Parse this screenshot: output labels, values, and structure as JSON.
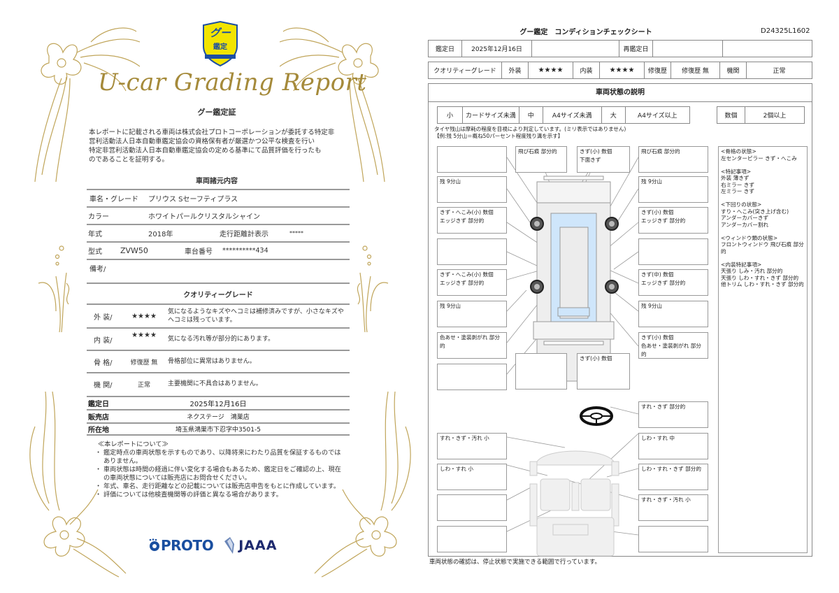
{
  "certificate": {
    "badge": {
      "line1": "グー",
      "line2": "鑑定"
    },
    "script_title": "U-car Grading Report",
    "heading": "グー鑑定証",
    "body_lines": [
      "本レポートに記載される車両は株式会社プロトコーポレーションが委託する特定非",
      "営利活動法人日本自動車鑑定協会の資格保有者が厳選かつ公平な検査を行い",
      "特定非営利活動法人日本自動車鑑定協会の定める基準にて品質評価を行ったも",
      "のであることを証明する。"
    ],
    "specs": {
      "title": "車両諸元内容",
      "name_label": "車名・グレード",
      "name_value": "プリウス Sセーフティプラス",
      "color_label": "カラー",
      "color_value": "ホワイトパールクリスタルシャイン",
      "year_label": "年式",
      "year_value": "2018年",
      "mileage_label": "走行距離計表示",
      "mileage_value": "*****",
      "model_label": "型式",
      "model_value": "ZVW50",
      "chassis_label": "車台番号",
      "chassis_value": "**********434",
      "remarks_label": "備考/"
    },
    "quality": {
      "title": "クオリティーグレード",
      "rows": [
        {
          "label": "外 装/",
          "value": "★★★★",
          "desc": "気になるようなキズやヘコミは補修済みですが、小さなキズやヘコミは残っています。"
        },
        {
          "label": "内 装/",
          "value": "★★★★",
          "desc": "気になる汚れ等が部分的にあります。"
        },
        {
          "label": "骨 格/",
          "value": "修復歴 無",
          "desc": "骨格部位に異常はありません。"
        },
        {
          "label": "機 関/",
          "value": "正常",
          "desc": "主要機関に不具合はありません。"
        }
      ]
    },
    "info": {
      "date_label": "鑑定日",
      "date_value": "2025年12月16日",
      "shop_label": "販売店",
      "shop_value": "ネクステージ　鴻巣店",
      "address_label": "所在地",
      "address_value": "埼玉県鴻巣市下忍字中3501-5"
    },
    "notice": {
      "title": "≪本レポートについて≫",
      "items": [
        "鑑定時点の車両状態を示すものであり、以降将来にわたり品質を保証するものではありません。",
        "車両状態は時間の経過に伴い変化する場合もあるため、鑑定日をご確認の上、現在の車両状態については販売店にお問合せください。",
        "年式、車名、走行距離などの記載については販売店申告をもとに作成しています。",
        "評価については他検査機関等の評価と異なる場合があります。"
      ]
    },
    "logos": {
      "proto": "PROTO",
      "jaaa": "JAAA"
    },
    "colors": {
      "gold": "#b89a4e",
      "badge_yellow": "#f2e400",
      "badge_blue": "#1d4fa3",
      "proto_blue": "#1a4fa0",
      "jaaa_navy": "#1e2a6e"
    }
  },
  "sheet": {
    "title": "グー鑑定　コンディションチェックシート",
    "id": "D24325L1602",
    "date_row": {
      "label": "鑑定日",
      "value": "2025年12月16日",
      "blank1": "",
      "reinspect_label": "再鑑定日",
      "reinspect_value": "",
      "blank2": ""
    },
    "grade_row": {
      "label": "クオリティーグレード",
      "exterior_label": "外装",
      "exterior_value": "★★★★",
      "interior_label": "内装",
      "interior_value": "★★★★",
      "repair_label": "修復歴",
      "repair_value": "修復歴 無",
      "engine_label": "機関",
      "engine_value": "正常"
    },
    "condition": {
      "title": "車両状態の説明",
      "size_legend": [
        {
          "k": "小",
          "v": "カードサイズ未満"
        },
        {
          "k": "中",
          "v": "A4サイズ未満"
        },
        {
          "k": "大",
          "v": "A4サイズ以上"
        }
      ],
      "count_legend": {
        "k": "数個",
        "v": "2個以上"
      },
      "tire_note_1": "タイヤ残山は摩耗の程度を目視により判定しています。(ミリ表示ではありません)",
      "tire_note_2": "【例:残 5分山＝概ね50パーセント程度残り溝を示す】",
      "exterior_boxes": {
        "l1": [
          ""
        ],
        "l2": [
          "残 9分山"
        ],
        "l3": [
          "きず・へこみ(小) 数個",
          "エッジきず 部分的"
        ],
        "l4": [
          ""
        ],
        "l5": [
          "きず・へこみ(小) 数個",
          "エッジきず 部分的"
        ],
        "l6": [
          "残 9分山"
        ],
        "l7": [
          "色あせ・塗装剥がれ 部分的"
        ],
        "l8": [
          ""
        ],
        "t1": [
          "飛び石痕 部分的"
        ],
        "t2": [
          "きず(小) 数個",
          "下面きず"
        ],
        "r1": [
          "飛び石痕 部分的"
        ],
        "r2": [
          "残 9分山"
        ],
        "r3": [
          "きず(小) 数個",
          "エッジきず 部分的"
        ],
        "r4": [
          ""
        ],
        "r5": [
          "きず(中) 数個",
          "エッジきず 部分的"
        ],
        "r6": [
          "残 9分山"
        ],
        "r7": [
          "きず(小) 数個",
          "色あせ・塗装剥がれ 部分的"
        ],
        "b1": [
          ""
        ],
        "b2": [
          "きず(小) 数個"
        ]
      },
      "interior_boxes": {
        "r1": "すれ・きず 部分的",
        "l1": "すれ・きず・汚れ 小",
        "r2": "しわ・すれ 中",
        "l2": "しわ・すれ 小",
        "r3": "しわ・すれ・きず 部分的",
        "l3": "",
        "r4": "すれ・きず・汚れ 小",
        "l4": "",
        "r5": ""
      },
      "notes": [
        {
          "heading": "<骨格の状態>",
          "lines": [
            "左センターピラー きず・へこみ"
          ]
        },
        {
          "heading": "<特記事項>",
          "lines": [
            "外装 薄きず",
            "右ミラー きず",
            "左ミラー きず"
          ]
        },
        {
          "heading": "<下回りの状態>",
          "lines": [
            "すり・へこみ(突き上げ含む)",
            "アンダーカバーきず",
            "アンダーカバー割れ"
          ]
        },
        {
          "heading": "<ウィンドウ類の状態>",
          "lines": [
            "フロントウィンドウ 飛び石痕 部分的"
          ]
        },
        {
          "heading": "<内装特記事項>",
          "lines": [
            "天張り しみ・汚れ 部分的",
            "天張り しわ・すれ・きず 部分的",
            "他トリム しわ・すれ・きず 部分的"
          ]
        }
      ]
    },
    "footer": "車両状態の確認は、停止状態で実施できる範囲で行っています。",
    "colors": {
      "border": "#888888",
      "glass": "#cfe6fb",
      "tire": "#333333"
    }
  }
}
